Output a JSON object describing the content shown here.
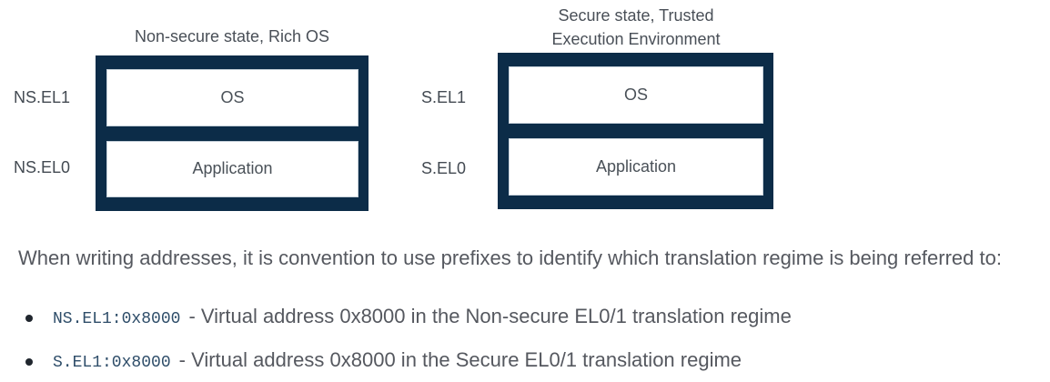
{
  "diagrams": [
    {
      "title": "Non-secure state, Rich OS",
      "rows": [
        {
          "label": "NS.EL1",
          "box": "OS"
        },
        {
          "label": "NS.EL0",
          "box": "Application"
        }
      ]
    },
    {
      "title": "Secure state, Trusted Execution Environment",
      "rows": [
        {
          "label": "S.EL1",
          "box": "OS"
        },
        {
          "label": "S.EL0",
          "box": "Application"
        }
      ]
    }
  ],
  "body": {
    "paragraph": "When writing addresses, it is convention to use prefixes to identify which translation regime is being referred to:",
    "bullets": [
      {
        "code": "NS.EL1:0x8000",
        "text": "- Virtual address 0x8000 in the Non-secure EL0/1 translation regime"
      },
      {
        "code": "S.EL1:0x8000",
        "text": "- Virtual address 0x8000 in the Secure EL0/1 translation regime"
      }
    ]
  },
  "colors": {
    "navy_box": "#0c2c48",
    "box_text": "#4a5158",
    "body_text": "#55585f",
    "code_text": "#2e4d69",
    "title_text": "#494f57",
    "bullet_marker": "#20262e",
    "background": "#ffffff"
  }
}
